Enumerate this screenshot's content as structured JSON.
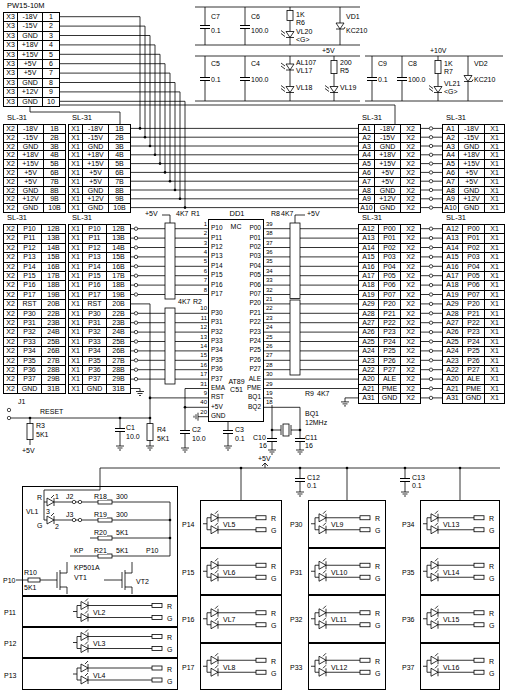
{
  "diagram": {
    "nodes": [
      {
        "text": [
          "PW15-10M",
          "X3",
          "-18V",
          "1",
          "X3",
          "-15V",
          "2",
          "X3",
          "GND",
          "3",
          "X3",
          "+18V",
          "4",
          "X3",
          "+15V",
          "5",
          "X3",
          "+5V",
          "6",
          "X3",
          "+5V",
          "7",
          "X3",
          "GND",
          "8",
          "X3",
          "+12V",
          "9",
          "X3",
          "GND",
          "10"
        ]
      },
      {
        "text": [
          "SL-31",
          "X2",
          "-18V",
          "1B",
          "X2",
          "-15V",
          "2B",
          "X2",
          "GND",
          "3B",
          "X2",
          "+18V",
          "4B",
          "X2",
          "+15V",
          "5B",
          "X2",
          "+5V",
          "6B",
          "X2",
          "+5V",
          "7B",
          "X2",
          "GND",
          "8B",
          "X2",
          "+12V",
          "9B",
          "X2",
          "GND",
          "10B"
        ]
      },
      {
        "text": [
          "SL-31",
          "X1",
          "-18V",
          "1B",
          "X1",
          "-15V",
          "2B",
          "X1",
          "GND",
          "3B",
          "X1",
          "+18V",
          "4B",
          "X1",
          "+15V",
          "5B",
          "X1",
          "+5V",
          "6B",
          "X1",
          "+5V",
          "7B",
          "X1",
          "GND",
          "8B",
          "X1",
          "+12V",
          "9B",
          "X1",
          "GND",
          "10B"
        ]
      },
      {
        "text": [
          "SL-31",
          "A1",
          "-18V",
          "X2",
          "A2",
          "-15V",
          "X2",
          "A3",
          "GND",
          "X2",
          "A4",
          "+18V",
          "X2",
          "A5",
          "+15V",
          "X2",
          "A6",
          "+5V",
          "X2",
          "A7",
          "+5V",
          "X2",
          "A8",
          "GND",
          "X2",
          "A9",
          "+12V",
          "X2",
          "A10",
          "GND",
          "X2"
        ]
      },
      {
        "text": [
          "SL-31",
          "A1",
          "-18V",
          "X1",
          "A2",
          "-15V",
          "X1",
          "A3",
          "GND",
          "X1",
          "A4",
          "+18V",
          "X1",
          "A5",
          "+15V",
          "X1",
          "A6",
          "+5V",
          "X1",
          "A7",
          "+5V",
          "X1",
          "A8",
          "GND",
          "X1",
          "A9",
          "+12V",
          "X1",
          "A10",
          "GND",
          "X1"
        ]
      },
      {
        "text": [
          "SL-31",
          "X2",
          "P10",
          "12B",
          "X2",
          "P11",
          "13B",
          "X2",
          "P12",
          "14B",
          "X2",
          "P13",
          "15B",
          "X2",
          "P14",
          "16B",
          "X2",
          "P15",
          "17B",
          "X2",
          "P16",
          "18B",
          "X2",
          "P17",
          "19B",
          "X2",
          "RST",
          "20B",
          "X2",
          "P30",
          "22B",
          "X2",
          "P31",
          "23B",
          "X2",
          "P32",
          "24B",
          "X2",
          "P33",
          "25B",
          "X2",
          "P34",
          "26B",
          "X2",
          "P35",
          "27B",
          "X2",
          "P36",
          "28B",
          "X2",
          "P37",
          "29B",
          "X2",
          "GND",
          "31B"
        ]
      },
      {
        "text": [
          "SL-31",
          "X1",
          "P10",
          "12B",
          "X1",
          "P11",
          "13B",
          "X1",
          "P12",
          "14B",
          "X1",
          "P13",
          "15B",
          "X1",
          "P14",
          "16B",
          "X1",
          "P15",
          "17B",
          "X1",
          "P16",
          "18B",
          "X1",
          "P17",
          "19B",
          "X1",
          "RST",
          "20B",
          "X1",
          "P30",
          "22B",
          "X1",
          "P31",
          "23B",
          "X1",
          "P32",
          "24B",
          "X1",
          "P33",
          "25B",
          "X1",
          "P34",
          "26B",
          "X1",
          "P35",
          "27B",
          "X1",
          "P36",
          "28B",
          "X1",
          "P37",
          "29B",
          "X1",
          "GND",
          "31B"
        ]
      },
      {
        "text": [
          "DD1",
          "MC",
          "AT89 C51"
        ]
      },
      {
        "text": [
          "SL-31",
          "A12",
          "P00",
          "X2",
          "A13",
          "P01",
          "X2",
          "A14",
          "P02",
          "X2",
          "A15",
          "P03",
          "X2",
          "A16",
          "P04",
          "X2",
          "A17",
          "P05",
          "X2",
          "A18",
          "P06",
          "X2",
          "A19",
          "P07",
          "X2",
          "A29",
          "P20",
          "X2",
          "A28",
          "P21",
          "X2",
          "A27",
          "P22",
          "X2",
          "A26",
          "P23",
          "X2",
          "A25",
          "P24",
          "X2",
          "A24",
          "P25",
          "X2",
          "A23",
          "P26",
          "X2",
          "A22",
          "P27",
          "X2",
          "A20",
          "ALE",
          "X2",
          "A21",
          "PME",
          "X2",
          "A31",
          "GND",
          "X2"
        ]
      },
      {
        "text": [
          "SL-31",
          "A12",
          "P00",
          "X1",
          "A13",
          "P01",
          "X1",
          "A14",
          "P02",
          "X1",
          "A15",
          "P03",
          "X1",
          "A16",
          "P04",
          "X1",
          "A17",
          "P05",
          "X1",
          "A18",
          "P06",
          "X1",
          "A19",
          "P07",
          "X1",
          "A29",
          "P20",
          "X1",
          "A28",
          "P21",
          "X1",
          "A27",
          "P22",
          "X1",
          "A26",
          "P23",
          "X1",
          "A25",
          "P24",
          "X1",
          "A24",
          "P25",
          "X1",
          "A23",
          "P26",
          "X1",
          "A22",
          "P27",
          "X1",
          "A20",
          "ALE",
          "X1",
          "A21",
          "PME",
          "X1",
          "A31",
          "GND",
          "X1"
        ]
      },
      {
        "text": [
          "P10"
        ]
      },
      {
        "text": [
          "P11",
          "VL2",
          "R",
          "G"
        ]
      },
      {
        "text": [
          "P12",
          "VL3",
          "R",
          "G"
        ]
      },
      {
        "text": [
          "P13",
          "VL4",
          "R",
          "G"
        ]
      },
      {
        "text": [
          "P14",
          "VL5",
          "R",
          "G"
        ]
      },
      {
        "text": [
          "P15",
          "VL6",
          "R",
          "G"
        ]
      },
      {
        "text": [
          "P16",
          "VL7",
          "R",
          "G"
        ]
      },
      {
        "text": [
          "P17",
          "VL8",
          "R",
          "G"
        ]
      },
      {
        "text": [
          "P30",
          "VL9",
          "R",
          "G"
        ]
      },
      {
        "text": [
          "P31",
          "VL10",
          "R",
          "G"
        ]
      },
      {
        "text": [
          "P32",
          "VL11",
          "R",
          "G"
        ]
      },
      {
        "text": [
          "P33",
          "VL12",
          "R",
          "G"
        ]
      },
      {
        "text": [
          "P34",
          "VL13",
          "R",
          "G"
        ]
      },
      {
        "text": [
          "P35",
          "VL14",
          "R",
          "G"
        ]
      },
      {
        "text": [
          "P36",
          "VL15",
          "R",
          "G"
        ]
      },
      {
        "text": [
          "P37",
          "VL16",
          "R",
          "G"
        ]
      }
    ],
    "edges": [
      {
        "from": 0,
        "to": 2,
        "arrow": "none"
      },
      {
        "from": 0,
        "to": 3,
        "arrow": "none"
      },
      {
        "from": 6,
        "to": 7,
        "arrow": "none"
      },
      {
        "from": 7,
        "to": 8,
        "arrow": "none"
      }
    ],
    "labels": [
      "P10",
      "1",
      "P11",
      "2",
      "P12",
      "3",
      "P13",
      "4",
      "P14",
      "5",
      "P15",
      "6",
      "P16",
      "7",
      "P17",
      "8",
      "P30",
      "10",
      "P31",
      "11",
      "P32",
      "12",
      "P33",
      "13",
      "P34",
      "14",
      "P35",
      "15",
      "P36",
      "16",
      "P37",
      "17",
      "EMA",
      "31",
      "RST",
      "9",
      "+5V",
      "40",
      "GND",
      "20",
      "P00",
      "39",
      "P01",
      "38",
      "P02",
      "37",
      "P03",
      "36",
      "P04",
      "35",
      "P05",
      "34",
      "P06",
      "33",
      "P07",
      "32",
      "P20",
      "21",
      "P21",
      "22",
      "P22",
      "23",
      "P23",
      "24",
      "P24",
      "25",
      "P25",
      "26",
      "P26",
      "27",
      "P27",
      "28",
      "ALE",
      "30",
      "PME",
      "29",
      "BQ1",
      "19",
      "BQ2",
      "18",
      "C7",
      "0.1",
      "C6",
      "100.0",
      "1K",
      "R6",
      "VL20",
      "<G>",
      "VD1",
      "KC210",
      "C5",
      "0.1",
      "C4",
      "100.0",
      "AL107",
      "VL17",
      "VL18",
      "200",
      "R5",
      "VL19",
      "+5V",
      "+10V",
      "C9",
      "0.1",
      "C8",
      "100.0",
      "VL21",
      "<G>",
      "1K",
      "R7",
      "KC210",
      "VD2",
      "4K7",
      "R1",
      "+5V",
      "4K7",
      "R2",
      "R8",
      "4K7",
      "+5V",
      "R9",
      "4K7",
      "J1",
      "RESET",
      "R3",
      "5K1",
      "+5V",
      "C1",
      "10.0",
      "R4",
      "5K1",
      "C2",
      "10.0",
      "C3",
      "0.1",
      "BQ1",
      "12MHz",
      "C10",
      "16",
      "C11",
      "16",
      "+5V",
      "C12",
      "0.1",
      "C13",
      "0.1",
      "R",
      "G",
      "VL1",
      "1",
      "2",
      "3",
      "J2",
      "J3",
      "R18",
      "300",
      "R19",
      "300",
      "R20",
      "5K1",
      "R21",
      "5K1",
      "KP",
      "P10",
      "KP501A",
      "VT1",
      "VT2",
      "R10",
      "5K1"
    ]
  }
}
